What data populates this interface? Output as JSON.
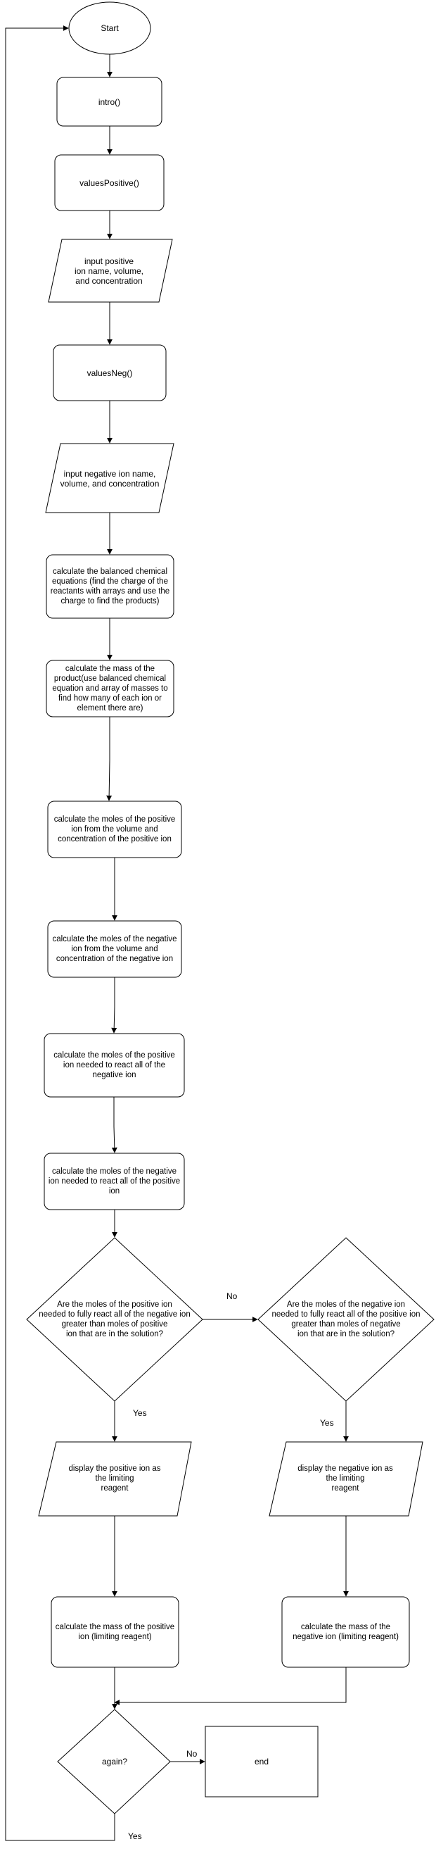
{
  "nodes": {
    "start": "Start",
    "intro": "intro()",
    "values_positive": "valuesPositive()",
    "input_positive": "input positive\nion name,  volume,\nand concentration",
    "values_neg": "valuesNeg()",
    "input_negative": "input negative ion name,\nvolume, and concentration",
    "calc_equations": "calculate the balanced chemical\nequations (find the charge of the\nreactants with arrays and use the\ncharge to find the products)",
    "calc_mass_product": "calculate the mass of the\nproduct(use balanced chemical\nequation and array of masses to\nfind how many of each ion or\nelement there are)",
    "moles_positive": "calculate the moles of the positive\nion from the volume and\nconcentration of the positive ion",
    "moles_negative": "calculate the moles of the negative\nion from the volume and\nconcentration of the negative ion",
    "moles_pos_needed": "calculate the moles of the positive\nion needed to react all of the\nnegative ion",
    "moles_neg_needed": "calculate the moles of the negative\nion needed to react all of the positive\nion",
    "decision_positive": "Are the moles of the positive ion\nneeded to fully react all of the negative ion\ngreater than moles of positive\nion that are in the solution?",
    "decision_negative": "Are the moles of the negative ion\nneeded to fully react all of the positive ion\ngreater than moles of negative\nion that are in the solution?",
    "display_positive": "display the positive ion as\nthe limiting\nreagent",
    "display_negative": "display the negative ion as\nthe limiting\nreagent",
    "mass_positive": "calculate the mass of the positive\nion (limiting reagent)",
    "mass_negative": "calculate the mass of the\nnegative ion (limiting reagent)",
    "again": "again?",
    "end": "end"
  },
  "edge_labels": {
    "no_1": "No",
    "yes_1": "Yes",
    "yes_2": "Yes",
    "no_2": "No",
    "yes_3": "Yes"
  }
}
